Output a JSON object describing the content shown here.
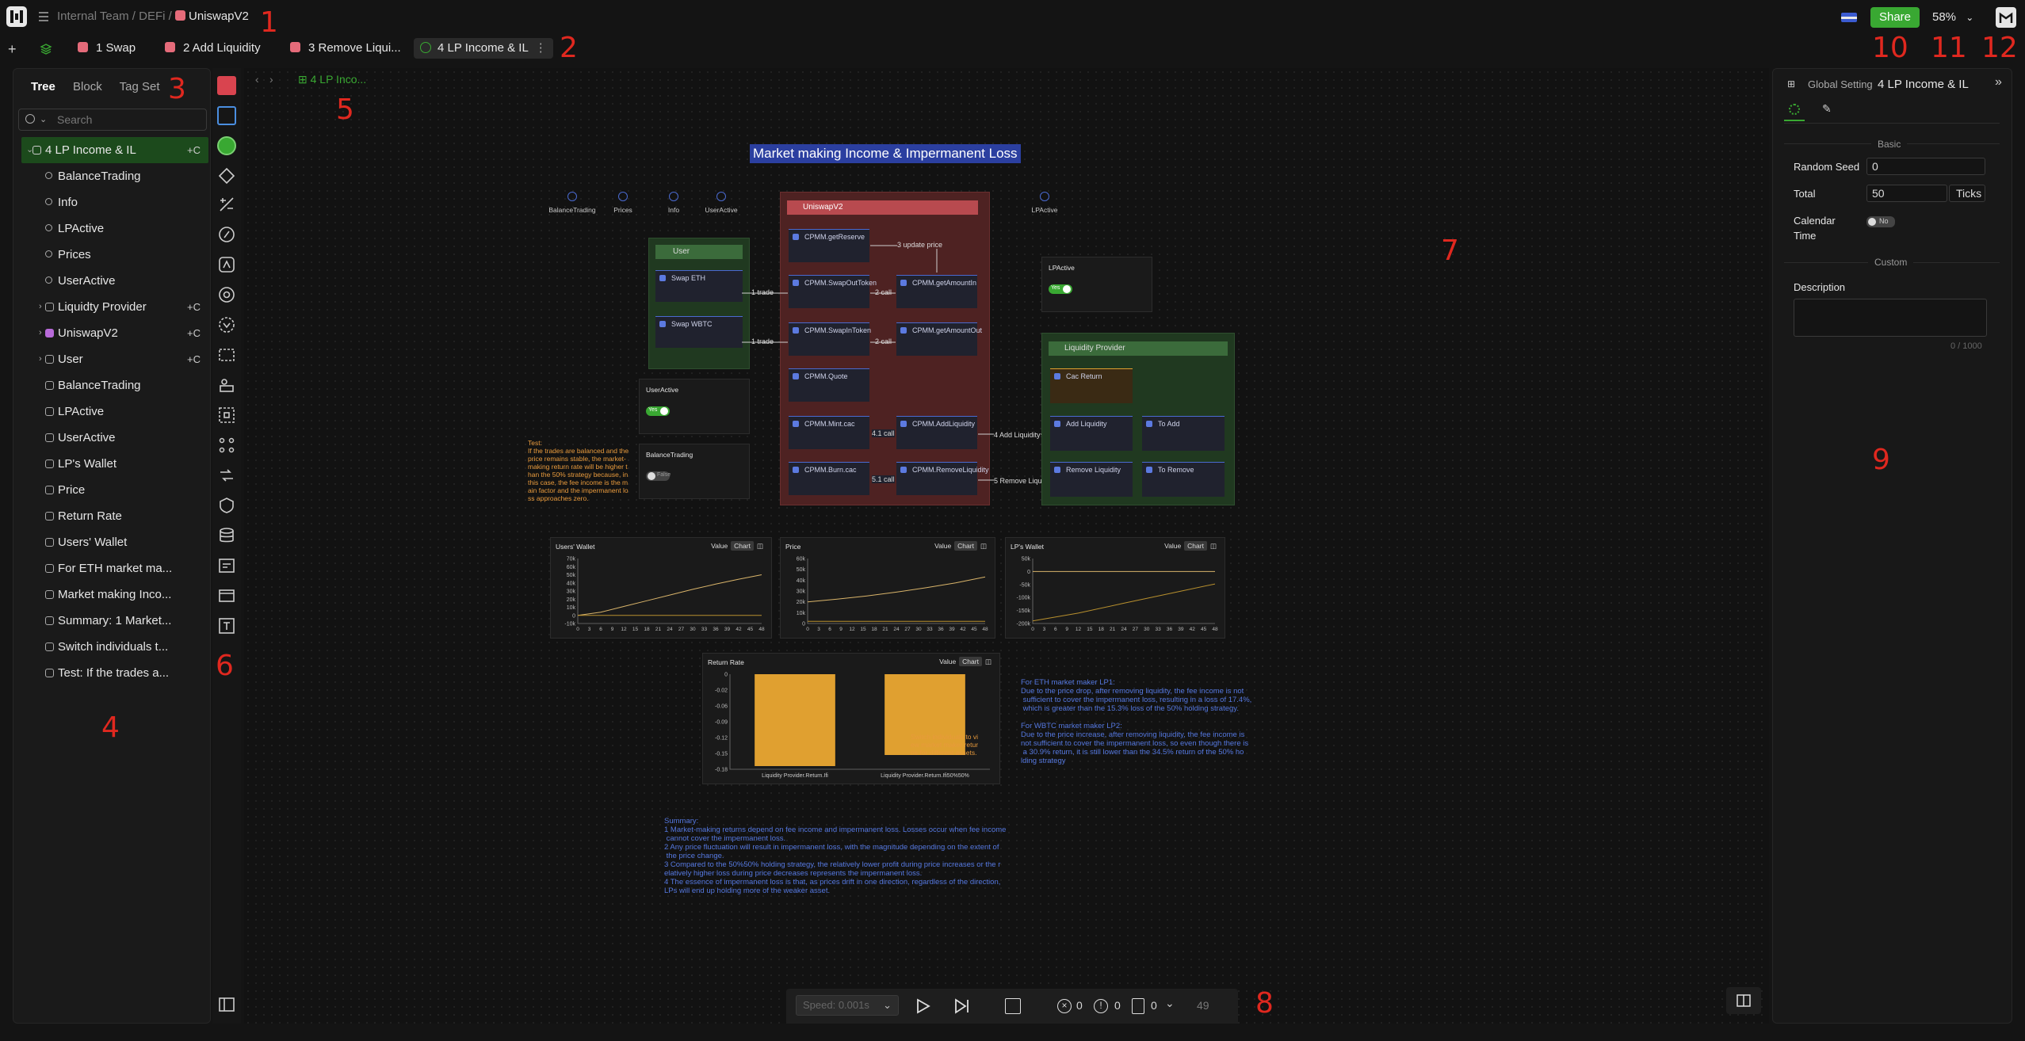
{
  "header": {
    "crumb_team": "Internal Team",
    "crumb_sep1": "/",
    "crumb_project": "DEFi",
    "crumb_sep2": "/",
    "crumb_model": "UniswapV2",
    "share_label": "Share",
    "zoom_label": "58%"
  },
  "tabs": [
    {
      "label": "1 Swap"
    },
    {
      "label": "2 Add Liquidity"
    },
    {
      "label": "3 Remove Liqui..."
    },
    {
      "label": "4 LP Income & IL"
    }
  ],
  "left_panel": {
    "tab_tree": "Tree",
    "tab_block": "Block",
    "tab_tagset": "Tag Set",
    "search_placeholder": "Search",
    "plus_label": "+C",
    "tree": [
      {
        "label": "4 LP Income & IL",
        "icon": "model-icon"
      },
      {
        "label": "BalanceTrading",
        "icon": "variable-icon"
      },
      {
        "label": "Info",
        "icon": "variable-icon"
      },
      {
        "label": "LPActive",
        "icon": "variable-icon"
      },
      {
        "label": "Prices",
        "icon": "variable-icon"
      },
      {
        "label": "UserActive",
        "icon": "variable-icon"
      },
      {
        "label": "Liquidty Provider",
        "icon": "agent-icon"
      },
      {
        "label": "UniswapV2",
        "icon": "unicorn-icon"
      },
      {
        "label": "User",
        "icon": "agent-icon"
      },
      {
        "label": "BalanceTrading",
        "icon": "widget-icon"
      },
      {
        "label": "LPActive",
        "icon": "widget-icon"
      },
      {
        "label": "UserActive",
        "icon": "widget-icon"
      },
      {
        "label": "LP's Wallet",
        "icon": "chart-icon"
      },
      {
        "label": "Price",
        "icon": "chart-icon"
      },
      {
        "label": "Return Rate",
        "icon": "chart-icon"
      },
      {
        "label": "Users' Wallet",
        "icon": "chart-icon"
      },
      {
        "label": "For ETH market ma...",
        "icon": "text-icon"
      },
      {
        "label": "Market making Inco...",
        "icon": "text-icon"
      },
      {
        "label": "Summary: 1 Market...",
        "icon": "text-icon"
      },
      {
        "label": "Switch individuals t...",
        "icon": "text-icon"
      },
      {
        "label": "Test: If the trades a...",
        "icon": "text-icon"
      }
    ]
  },
  "canvas": {
    "breadcrumb": "4 LP Inco...",
    "title": "Market making Income &  Impermanent Loss",
    "vars": [
      {
        "label": "BalanceTrading"
      },
      {
        "label": "Prices"
      },
      {
        "label": "Info"
      },
      {
        "label": "UserActive"
      },
      {
        "label": "LPActive"
      }
    ],
    "uniswap_title": "UniswapV2",
    "user_title": "User",
    "lp_title": "Liquidity Provider",
    "blocks": {
      "swap_eth": "Swap ETH",
      "swap_wbtc": "Swap WBTC",
      "get_reserve": "CPMM.getReserve",
      "swap_out": "CPMM.SwapOutToken",
      "swap_in": "CPMM.SwapInToken",
      "quote": "CPMM.Quote",
      "mint": "CPMM.Mint.cac",
      "burn": "CPMM.Burn.cac",
      "get_amount_in": "CPMM.getAmountIn",
      "get_amount_out": "CPMM.getAmountOut",
      "add_liq_c": "CPMM.AddLiquidity",
      "rem_liq_c": "CPMM.RemoveLiquidity",
      "cac_return": "Cac Return",
      "add_liq": "Add Liquidity",
      "to_add": "To Add",
      "rem_liq": "Remove Liquidity",
      "to_remove": "To Remove"
    },
    "connectors": {
      "trade1": "1 trade",
      "trade2": "1 trade",
      "update": "3 update price",
      "call1": "2 call",
      "call2": "2 call",
      "call_a": "4.1 call",
      "call_b": "5.1 call",
      "add": "4 Add Liquidity",
      "remove": "5 Remove Liquidity"
    },
    "widgets": {
      "user_active": "UserActive",
      "balance_trading": "BalanceTrading",
      "lp_active": "LPActive",
      "toggle_on": "Yes",
      "toggle_off": "False"
    },
    "test_note": "Test:\nIf the trades are balanced and the\n price remains stable, the market-\nmaking return rate will be higher t\nhan the 50% strategy because, in\nthis case, the fee income is the m\nain factor and the impermanent lo\nss approaches zero.",
    "value_label": "Value",
    "chart_label": "Chart",
    "eth_note": "For ETH market maker LP1:\nDue to the price drop, after removing liquidity, the fee income is not\n sufficient to cover the impermanent loss, resulting in a loss of 17.4%,\n which is greater than the 15.3% loss of the 50% holding strategy.\n\nFor WBTC market maker LP2:\nDue to the price increase, after removing liquidity, the fee income is\nnot sufficient to cover the impermanent loss, so even though there is\n a 30.9% return, it is still lower than the 34.5% return of the 50% ho\nlding strategy",
    "switch_note": "Switch individuals to vi\new market maker retur\nns for different assets.",
    "summary": "Summary:\n1 Market-making returns depend on fee income and impermanent loss. Losses occur when fee income\n cannot cover the impermanent loss.\n2 Any price fluctuation will result in impermanent loss, with the magnitude depending on the extent of\n the price change.\n3 Compared to the 50%50% holding strategy, the relatively lower profit during price increases or the r\nelatively higher loss during price decreases represents the impermanent loss.\n4 The essence of impermanent loss is that, as prices drift in one direction, regardless of the direction,\nLPs will end up holding more of the weaker asset."
  },
  "run_bar": {
    "speed": "Speed:  0.001s",
    "errors": "0",
    "warnings": "0",
    "logs": "0",
    "tick": "49",
    "progress": 1.0
  },
  "right_panel": {
    "header_label": "Global Setting",
    "model_name": "4 LP Income & IL",
    "basic": "Basic",
    "random_seed_label": "Random Seed",
    "random_seed_value": "0",
    "total_label": "Total",
    "total_value": "50",
    "ticks_label": "Ticks",
    "calendar_label": "Calendar Time",
    "calendar_toggle": "No",
    "custom": "Custom",
    "description_label": "Description",
    "char_count": "0 / 1000"
  },
  "annotations": [
    "1",
    "2",
    "3",
    "4",
    "5",
    "6",
    "7",
    "8",
    "9",
    "10",
    "11",
    "12"
  ],
  "colors": {
    "accent": "#39a832",
    "annotation": "#e0281f",
    "chart_line": "#d9b46a",
    "bar": "#e0a030",
    "note_blue": "#5578e0",
    "note_orange": "#e89a3c"
  },
  "chart_data": [
    {
      "type": "line",
      "title": "Users' Wallet",
      "x_ticks": [
        "0",
        "3",
        "6",
        "9",
        "12",
        "15",
        "18",
        "21",
        "24",
        "27",
        "30",
        "33",
        "36",
        "39",
        "42",
        "45",
        "48"
      ],
      "y_ticks": [
        "-10k",
        "0",
        "10k",
        "20k",
        "30k",
        "40k",
        "50k",
        "60k",
        "70k"
      ],
      "ylim": [
        -10000,
        70000
      ],
      "series": [
        {
          "values": [
            [
              0,
              0
            ],
            [
              6,
              4000
            ],
            [
              12,
              11000
            ],
            [
              18,
              18000
            ],
            [
              24,
              25000
            ],
            [
              30,
              32000
            ],
            [
              36,
              38500
            ],
            [
              42,
              44500
            ],
            [
              48,
              50000
            ]
          ]
        },
        {
          "values": [
            [
              0,
              0
            ],
            [
              48,
              0
            ]
          ]
        }
      ]
    },
    {
      "type": "line",
      "title": "Price",
      "x_ticks": [
        "0",
        "3",
        "6",
        "9",
        "12",
        "15",
        "18",
        "21",
        "24",
        "27",
        "30",
        "33",
        "36",
        "39",
        "42",
        "45",
        "48"
      ],
      "y_ticks": [
        "0",
        "10k",
        "20k",
        "30k",
        "40k",
        "50k",
        "60k"
      ],
      "ylim": [
        0,
        60000
      ],
      "series": [
        {
          "values": [
            [
              0,
              20000
            ],
            [
              8,
              22500
            ],
            [
              16,
              25500
            ],
            [
              24,
              29000
            ],
            [
              32,
              33000
            ],
            [
              40,
              37500
            ],
            [
              48,
              43000
            ]
          ]
        },
        {
          "values": [
            [
              0,
              2000
            ],
            [
              48,
              2000
            ]
          ]
        }
      ]
    },
    {
      "type": "line",
      "title": "LP's Wallet",
      "x_ticks": [
        "0",
        "3",
        "6",
        "9",
        "12",
        "15",
        "18",
        "21",
        "24",
        "27",
        "30",
        "33",
        "36",
        "39",
        "42",
        "45",
        "48"
      ],
      "y_ticks": [
        "-200k",
        "-150k",
        "-100k",
        "-50k",
        "0",
        "50k"
      ],
      "ylim": [
        -200000,
        50000
      ],
      "series": [
        {
          "values": [
            [
              0,
              0
            ],
            [
              48,
              0
            ]
          ]
        },
        {
          "values": [
            [
              0,
              -190000
            ],
            [
              12,
              -160000
            ],
            [
              24,
              -122000
            ],
            [
              36,
              -85000
            ],
            [
              48,
              -48000
            ]
          ]
        }
      ]
    },
    {
      "type": "bar",
      "title": "Return Rate",
      "categories": [
        "Liquidity Provider.Return.Ifi",
        "Liquidity Provider.Return.Ifi50%50%"
      ],
      "values": [
        -0.174,
        -0.153
      ],
      "y_ticks": [
        "0",
        "-0.02",
        "-0.06",
        "-0.09",
        "-0.12",
        "-0.15",
        "-0.18"
      ],
      "ylim": [
        -0.18,
        0
      ]
    }
  ]
}
